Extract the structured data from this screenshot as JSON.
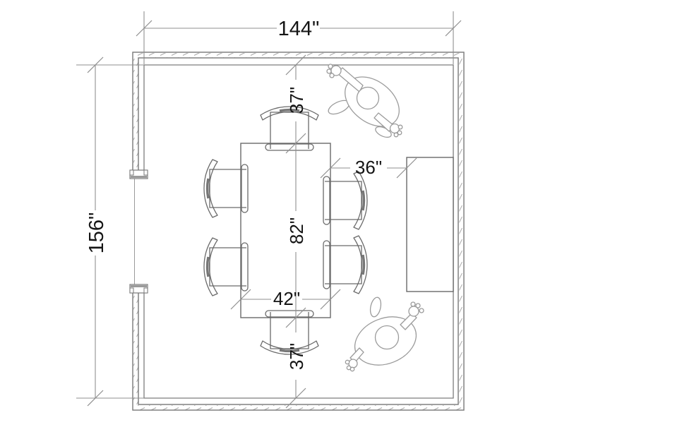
{
  "labels": {
    "room_width": "144\"",
    "room_height": "156\"",
    "top_clearance": "37\"",
    "table_length": "82\"",
    "table_width": "42\"",
    "table_to_cabinet": "36\"",
    "bottom_clearance": "37\""
  },
  "colors": {
    "background": "#ffffff",
    "wall_line": "#787878",
    "wall_hatch": "#ababab",
    "furniture_line": "#6a6a6a",
    "dimension_line": "#8f8f8f",
    "dimension_text": "#151515",
    "figure_line": "#9b9b9b"
  }
}
